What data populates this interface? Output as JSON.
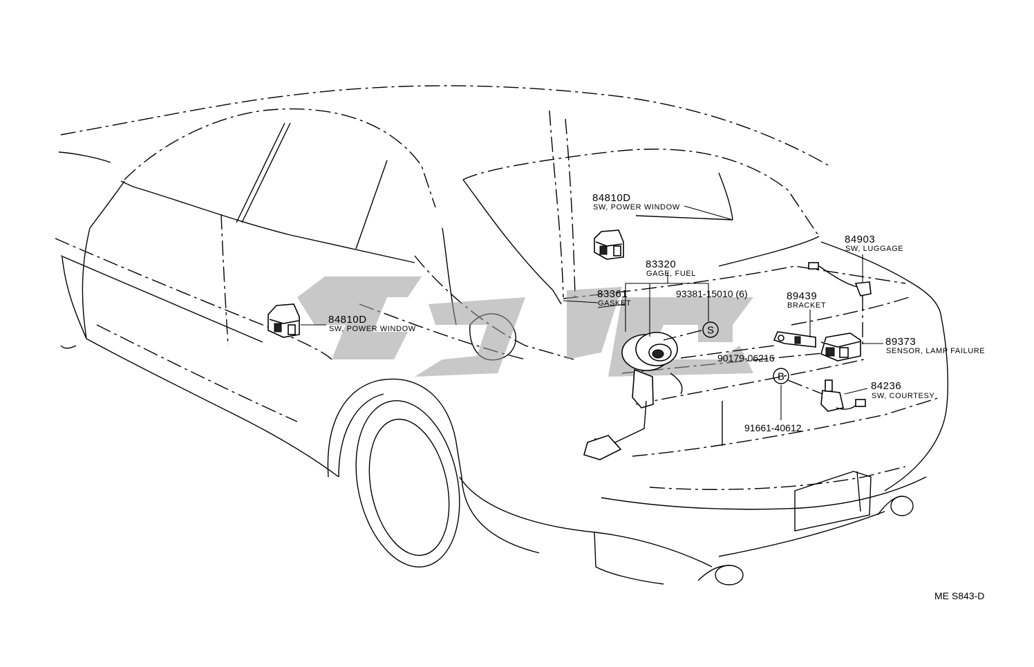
{
  "parts": [
    {
      "number": "84810D",
      "description": "SW, POWER WINDOW"
    },
    {
      "number": "84810D",
      "description": "SW, POWER WINDOW"
    },
    {
      "number": "84903",
      "description": "SW, LUGGAGE"
    },
    {
      "number": "83320",
      "description": "GAGE, FUEL"
    },
    {
      "number": "83361",
      "description": "GASKET"
    },
    {
      "number": "89439",
      "description": "BRACKET"
    },
    {
      "number": "89373",
      "description": "SENSOR, LAMP FAILURE"
    },
    {
      "number": "84236",
      "description": "SW, COURTESY"
    }
  ],
  "fasteners": [
    {
      "code": "93381-15010 (6)"
    },
    {
      "code": "90179-06216"
    },
    {
      "code": "91661-40612"
    }
  ],
  "markers": [
    "S",
    "B"
  ],
  "diagram_code": "ME S843-D",
  "colors": {
    "line": "#000000",
    "background": "#ffffff",
    "watermark": "#9a9a9a"
  }
}
